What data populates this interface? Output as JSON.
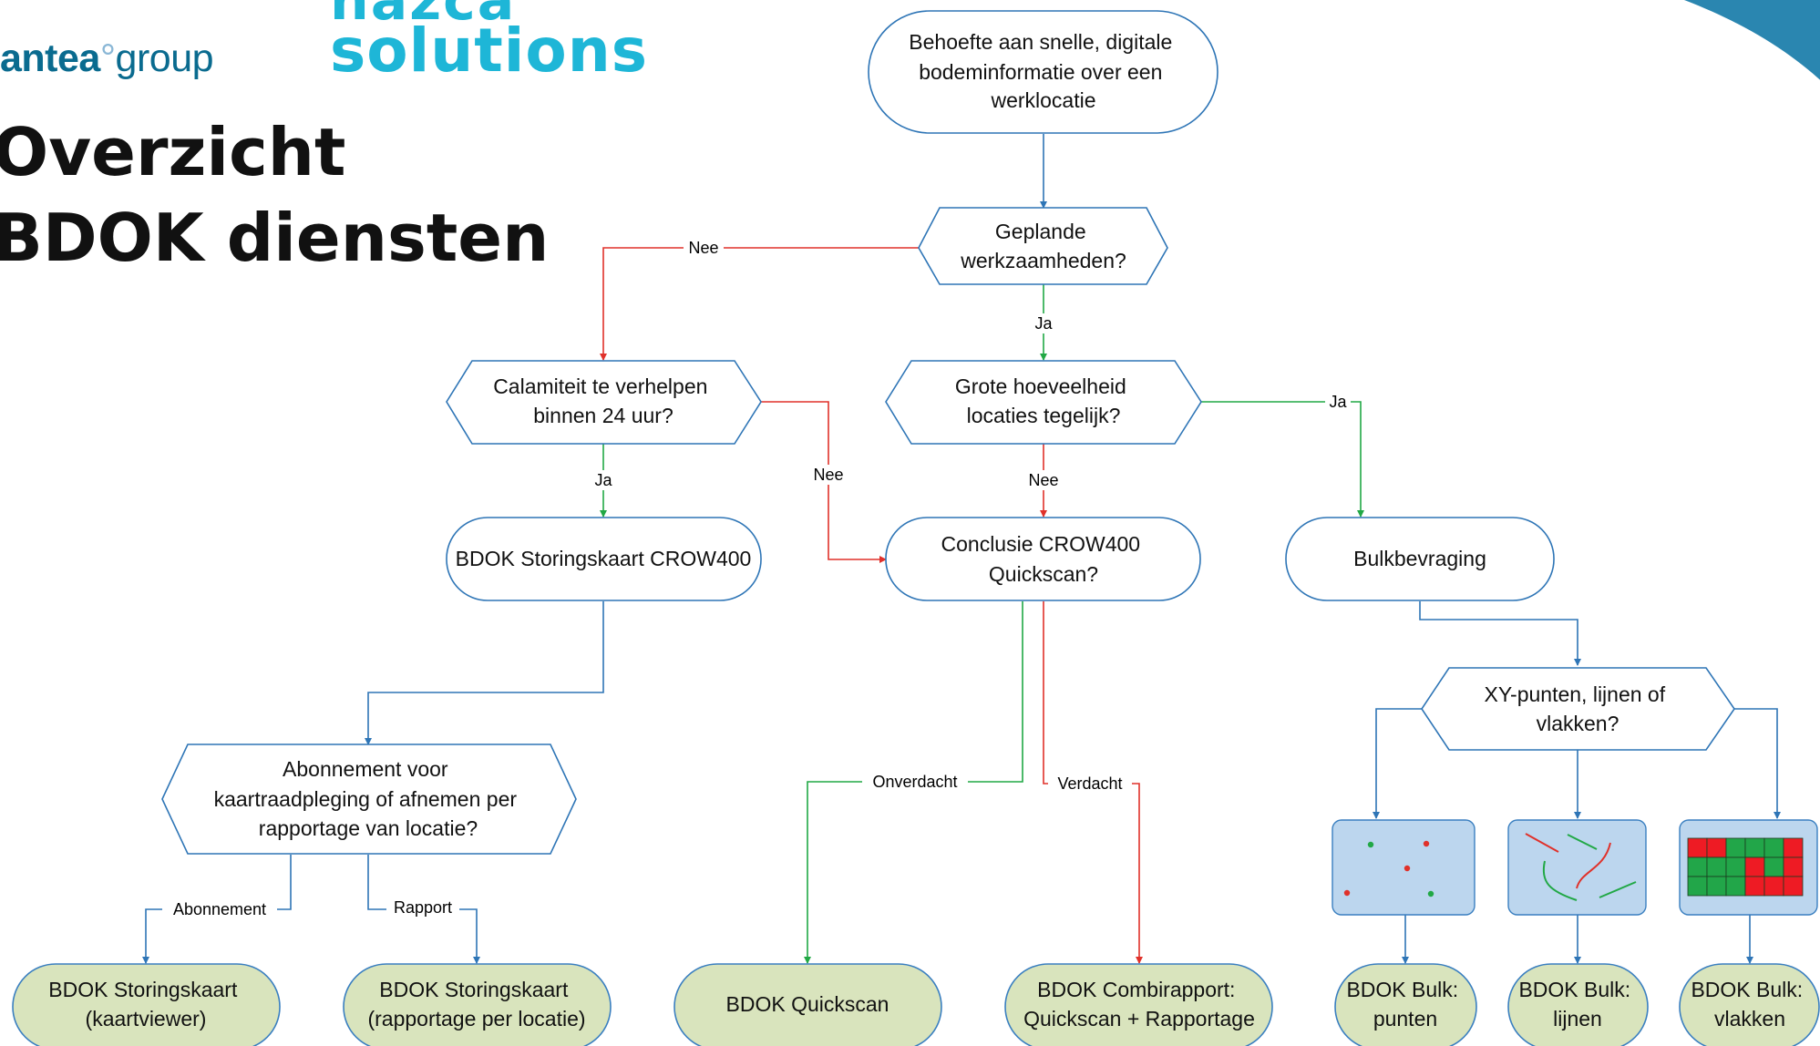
{
  "logos": {
    "antea_bold": "antea",
    "antea_regular": "group",
    "nazca_line1": "nazca",
    "nazca_line2": "solutions"
  },
  "title": {
    "line1": "Overzicht",
    "line2": "BDOK diensten"
  },
  "nodes": {
    "start": [
      "Behoefte aan snelle, digitale",
      "bodeminformatie over een",
      "werklocatie"
    ],
    "geplande": [
      "Geplande",
      "werkzaamheden?"
    ],
    "calamiteit": [
      "Calamiteit te verhelpen",
      "binnen 24 uur?"
    ],
    "grote": [
      "Grote hoeveelheid",
      "locaties tegelijk?"
    ],
    "storingskaart_crow": [
      "BDOK Storingskaart CROW400"
    ],
    "conclusie": [
      "Conclusie CROW400",
      "Quickscan?"
    ],
    "bulkbevraging": [
      "Bulkbevraging"
    ],
    "abonnement_q": [
      "Abonnement voor",
      "kaartraadpleging of afnemen per",
      "rapportage van locatie?"
    ],
    "xy": [
      "XY-punten, lijnen of",
      "vlakken?"
    ],
    "out_kaartviewer": [
      "BDOK Storingskaart",
      "(kaartviewer)"
    ],
    "out_rapportage": [
      "BDOK Storingskaart",
      "(rapportage per locatie)"
    ],
    "out_quickscan": [
      "BDOK Quickscan"
    ],
    "out_combi": [
      "BDOK Combirapport:",
      "Quickscan + Rapportage"
    ],
    "out_punten": [
      "BDOK Bulk:",
      "punten"
    ],
    "out_lijnen": [
      "BDOK Bulk:",
      "lijnen"
    ],
    "out_vlakken": [
      "BDOK Bulk:",
      "vlakken"
    ]
  },
  "edge_labels": {
    "nee_geplande": "Nee",
    "ja_geplande": "Ja",
    "ja_calamiteit": "Ja",
    "nee_calamiteit": "Nee",
    "nee_grote": "Nee",
    "ja_grote": "Ja",
    "abonnement": "Abonnement",
    "rapport": "Rapport",
    "onverdacht": "Onverdacht",
    "verdacht": "Verdacht"
  },
  "colors": {
    "blue": "#2e75b6",
    "red": "#e0312a",
    "green": "#21a845",
    "node_stroke": "#2e75b6",
    "outcome_fill": "#d9e4bd",
    "outcome_stroke": "#3a7fc0",
    "icon_bg": "#bcd6ee",
    "title": "#111111",
    "antea": "#0a6b8f",
    "nazca": "#1eb6d7",
    "corner": "#2a86b0"
  }
}
